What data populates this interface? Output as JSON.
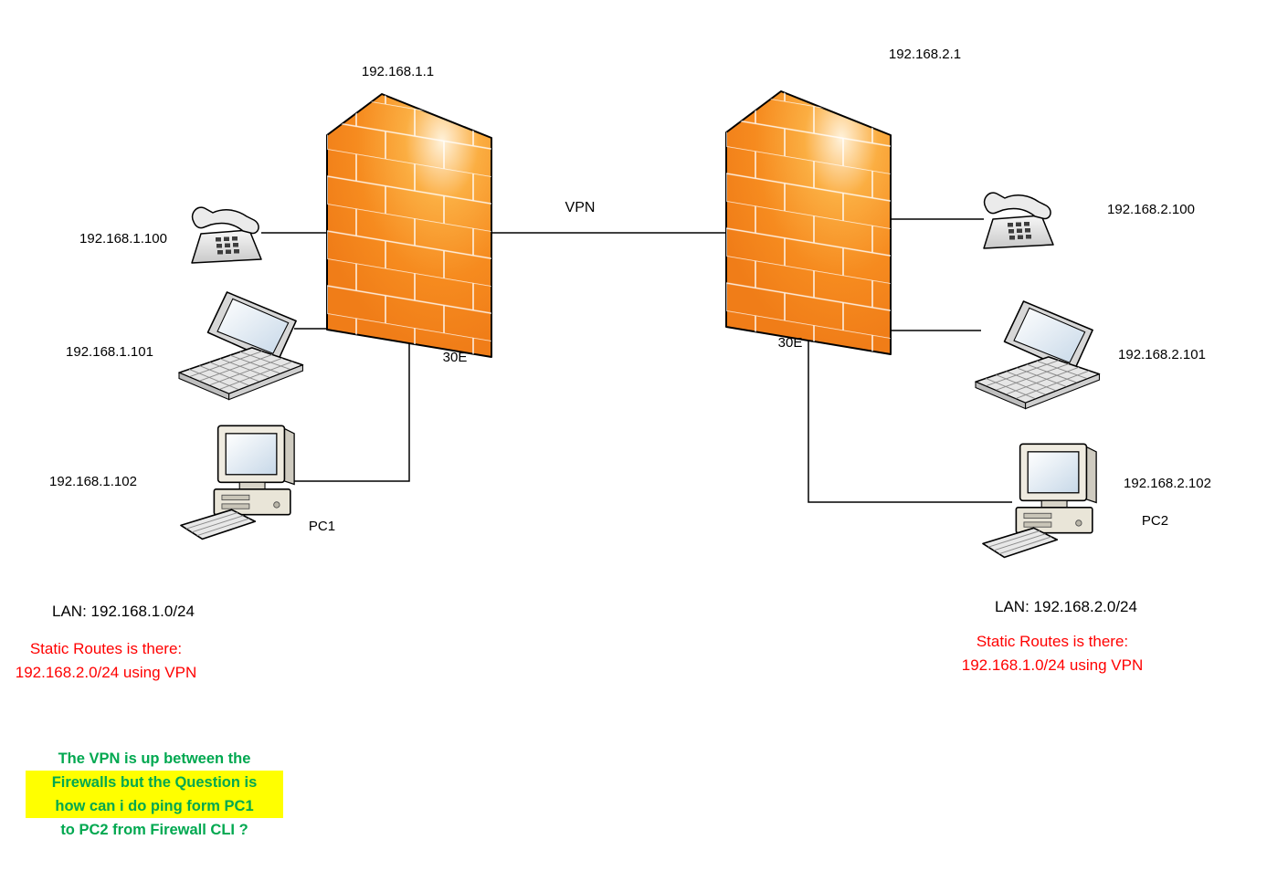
{
  "colors": {
    "firewall_orange": "#F68B1F",
    "static_route_red": "#FF0000",
    "question_green": "#00A850",
    "highlight_yellow": "#FFFF00",
    "connector_black": "#000000"
  },
  "vpn_label": "VPN",
  "site1": {
    "firewall_ip": "192.168.1.1",
    "firewall_port": "30E",
    "phone_ip": "192.168.1.100",
    "laptop_ip": "192.168.1.101",
    "pc_ip": "192.168.1.102",
    "pc_name": "PC1",
    "lan_label": "LAN: 192.168.1.0/24",
    "static_routes": [
      "Static Routes is there:",
      "192.168.2.0/24 using VPN"
    ]
  },
  "site2": {
    "firewall_ip": "192.168.2.1",
    "firewall_port": "30E",
    "phone_ip": "192.168.2.100",
    "laptop_ip": "192.168.2.101",
    "pc_ip": "192.168.2.102",
    "pc_name": "PC2",
    "lan_label": "LAN: 192.168.2.0/24",
    "static_routes": [
      "Static Routes is there:",
      "192.168.1.0/24 using VPN"
    ]
  },
  "question": {
    "lines": [
      "The VPN is up between the",
      "Firewalls but the Question is",
      "how can i do ping form PC1",
      "to PC2 from Firewall CLI ?"
    ],
    "highlighted_lines": [
      1,
      2
    ]
  }
}
